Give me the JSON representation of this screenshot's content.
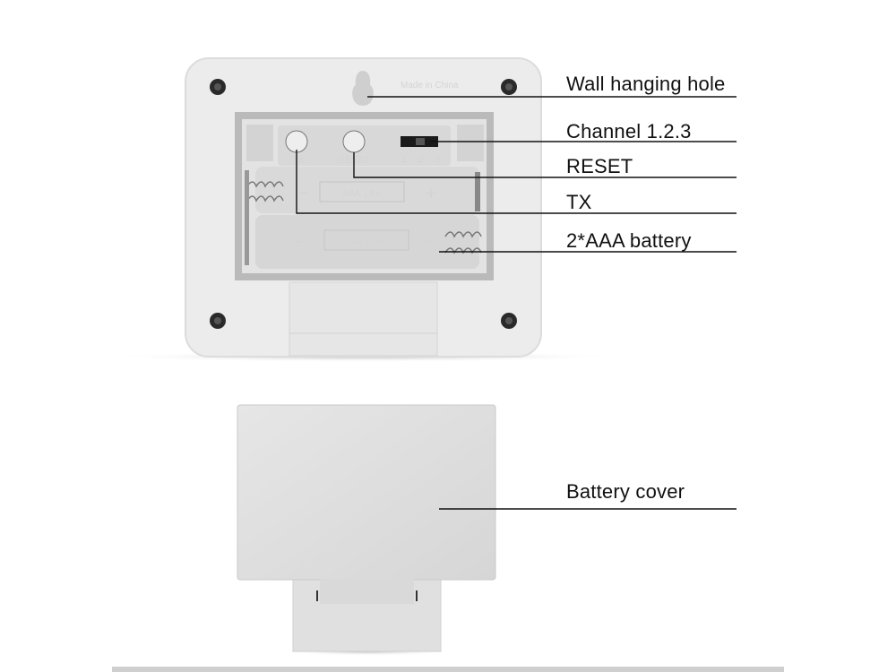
{
  "labels": {
    "wall_hanging_hole": "Wall hanging hole",
    "channel": "Channel 1.2.3",
    "reset": "RESET",
    "tx": "TX",
    "battery": "2*AAA battery",
    "battery_cover": "Battery cover"
  },
  "device_text": {
    "made_in": "Made in China",
    "tx": "TX",
    "reset": "RESET",
    "ch1": "1",
    "ch2": "2",
    "ch3": "3",
    "battery_spec_1": "AAA 1.5V",
    "battery_spec_2": "AAA 1.5V",
    "plus": "+",
    "minus": "−"
  },
  "colors": {
    "body": "#ececec",
    "frame": "#b9b9b9",
    "compartment": "#e2e2e2",
    "text": "#111111"
  }
}
